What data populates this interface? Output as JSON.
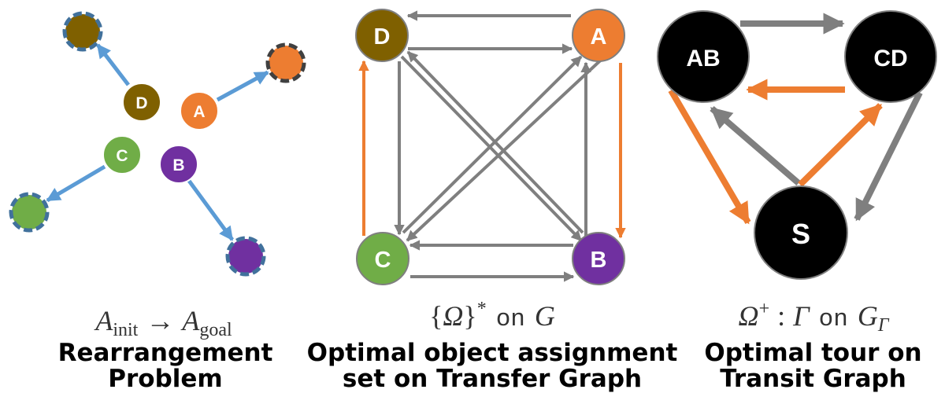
{
  "colors": {
    "blue_arrow": "#5B9BD5",
    "gray_arrow": "#7F7F7F",
    "orange_arrow": "#ED7D31",
    "dash_ring": "#41719C",
    "node_A": "#ED7D31",
    "node_B": "#7030A0",
    "node_C": "#70AD47",
    "node_D": "#7F6000",
    "node_black": "#000000"
  },
  "panel1": {
    "nodes": {
      "a": "A",
      "b": "B",
      "c": "C",
      "d": "D"
    },
    "formula": {
      "a1": "A",
      "sub1": "init",
      "arrow": "→",
      "a2": "A",
      "sub2": "goal"
    },
    "caption": [
      "Rearrangement",
      "Problem"
    ]
  },
  "panel2": {
    "nodes": {
      "a": "A",
      "b": "B",
      "c": "C",
      "d": "D"
    },
    "formula": {
      "lbrace": "{",
      "omega": "Ω",
      "rbrace": "}",
      "star": "*",
      "on": "on",
      "graph": "G"
    },
    "caption": [
      "Optimal object assignment",
      "set on Transfer Graph"
    ]
  },
  "panel3": {
    "nodes": {
      "ab": "AB",
      "cd": "CD",
      "s": "S"
    },
    "formula": {
      "omega": "Ω",
      "plus": "+",
      "colon": ":",
      "gamma": "Γ",
      "on": "on",
      "graph": "G",
      "sub": "Γ"
    },
    "caption": [
      "Optimal tour on",
      "Transit Graph"
    ]
  }
}
